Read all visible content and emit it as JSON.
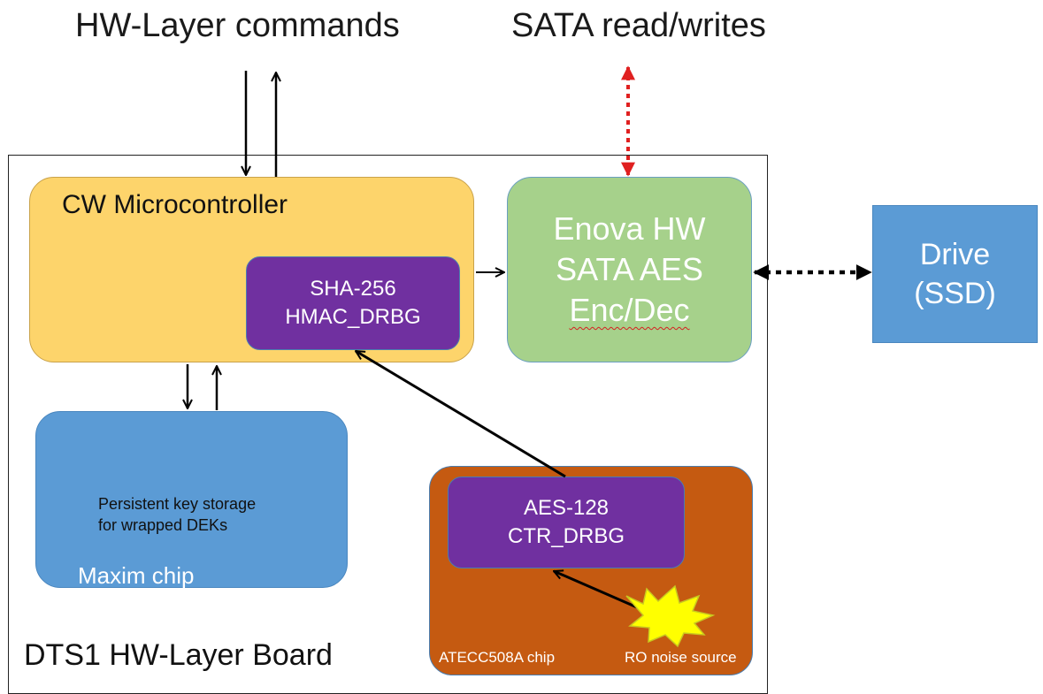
{
  "headers": {
    "hw_commands": "HW-Layer commands",
    "sata_rw": "SATA read/writes"
  },
  "board": {
    "label": "DTS1 HW-Layer Board"
  },
  "cw": {
    "title": "CW Microcontroller"
  },
  "sha": {
    "line1": "SHA-256",
    "line2": "HMAC_DRBG"
  },
  "enova": {
    "line1": "Enova HW",
    "line2": "SATA AES",
    "line3": "Enc/Dec"
  },
  "drive": {
    "line1": "Drive",
    "line2": "(SSD)"
  },
  "maxim": {
    "desc1": "Persistent key storage",
    "desc2": "for wrapped DEKs",
    "label": "Maxim chip"
  },
  "atecc": {
    "label": "ATECC508A chip",
    "noise": "RO noise source"
  },
  "aes": {
    "line1": "AES-128",
    "line2": "CTR_DRBG"
  },
  "colors": {
    "microcontroller": "#fdd46b",
    "enova": "#a6d18b",
    "drbg": "#7030a0",
    "storage": "#5b9bd5",
    "atecc": "#c55a11",
    "sata_arrow": "#e02020",
    "noise_burst": "#ffff00"
  }
}
